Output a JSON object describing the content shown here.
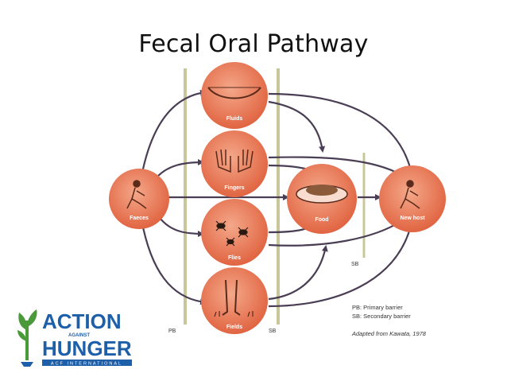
{
  "title": "Fecal Oral Pathway",
  "nodes": {
    "faeces": "Faeces",
    "fluids": "Fluids",
    "fingers": "Fingers",
    "flies": "Flies",
    "fields": "Fields",
    "food": "Food",
    "new_host": "New host"
  },
  "barriers": {
    "pb_label": "PB",
    "sb_label": "SB",
    "sb_label_2": "SB"
  },
  "legend": {
    "primary": "PB: Primary barrier",
    "secondary": "SB: Secondary barrier",
    "source": "Adapted from Kawata, 1978"
  },
  "logo": {
    "line1": "ACTION",
    "against": "AGAINST",
    "line2": "HUNGER",
    "subtitle": "ACF INTERNATIONAL"
  },
  "colors": {
    "node_fill": "#e36a47",
    "node_light": "#f08c6c",
    "barrier": "#c8c79a",
    "arrow": "#4a3e55",
    "logo_blue": "#1d5fa8",
    "logo_green": "#4a9a3c"
  }
}
